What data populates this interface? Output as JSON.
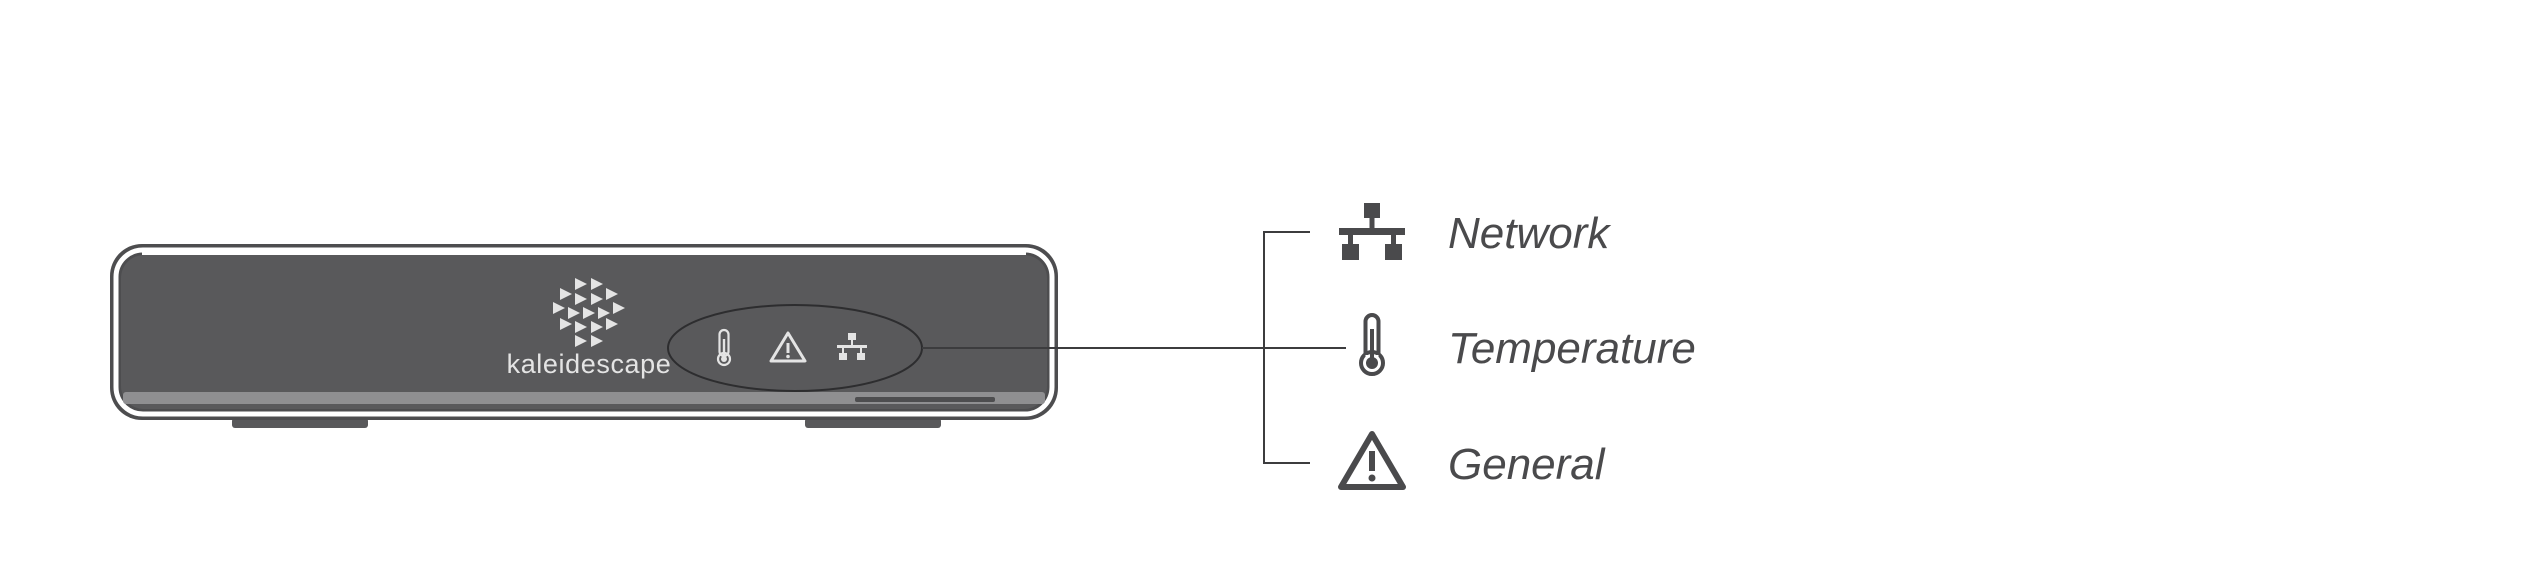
{
  "device": {
    "brand_name": "kaleidescape",
    "indicators": [
      {
        "icon": "thermometer-icon"
      },
      {
        "icon": "warning-icon"
      },
      {
        "icon": "network-icon"
      }
    ]
  },
  "legend": {
    "items": [
      {
        "icon": "network-icon",
        "label": "Network"
      },
      {
        "icon": "thermometer-icon",
        "label": "Temperature"
      },
      {
        "icon": "warning-icon",
        "label": "General"
      }
    ]
  },
  "colors": {
    "device_body": "#59595b",
    "device_bezel": "#4d4d4f",
    "panel_highlight": "#8f8f91",
    "icon_light": "#e4e4e4",
    "icon_dark": "#4a4a4c",
    "line": "#3c3c3e",
    "background": "#ffffff"
  }
}
